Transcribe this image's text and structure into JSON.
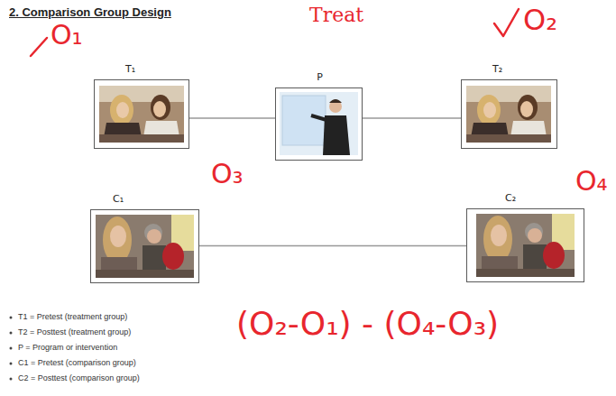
{
  "diagram": {
    "title": "2. Comparison Group Design",
    "nodes": [
      {
        "text": [
          "T₁"
        ]
      },
      {
        "text": [
          "P"
        ]
      },
      {
        "text": [
          "T₂"
        ]
      },
      {
        "text": [
          "C₁"
        ]
      },
      {
        "text": [
          "C₂"
        ]
      }
    ],
    "edges": [
      {
        "from": 0,
        "to": 1,
        "arrow": "none"
      },
      {
        "from": 1,
        "to": 2,
        "arrow": "none"
      },
      {
        "from": 3,
        "to": 4,
        "arrow": "none"
      }
    ],
    "labels": [
      "O₁",
      "Treat",
      "O₂",
      "O₃",
      "O₄",
      "T1 = Pretest (treatment group)",
      "T2 = Posttest (treatment group)",
      "P = Program or intervention",
      "C1 = Pretest (comparison group)",
      "C2 = Posttest (comparison group)",
      "(O₂-O₁) - (O₄-O₃)"
    ]
  }
}
